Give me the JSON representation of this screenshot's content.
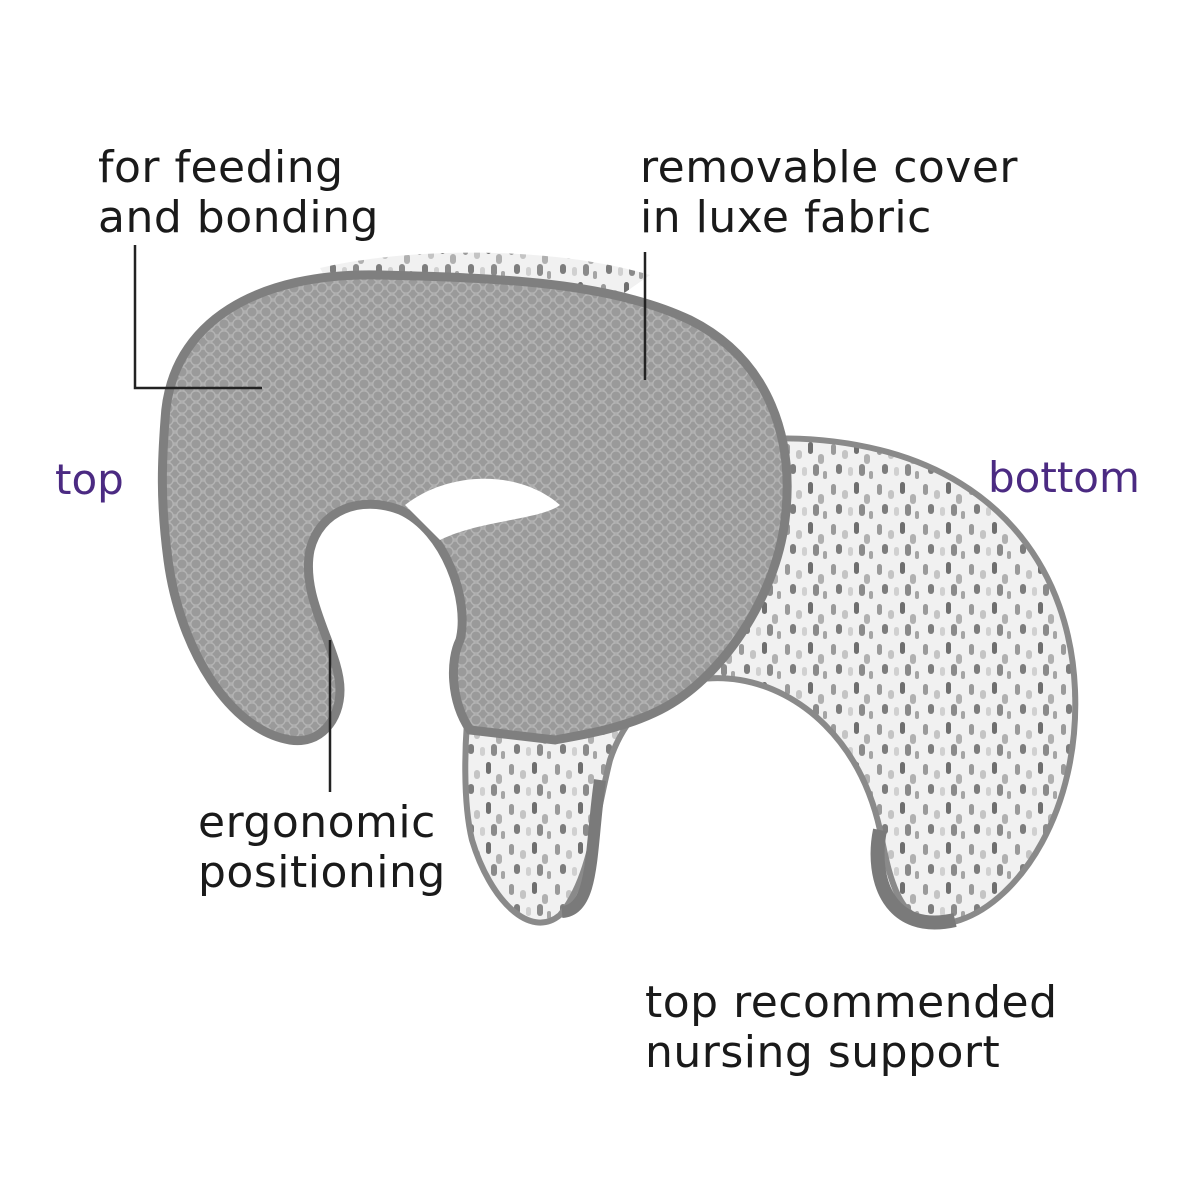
{
  "callouts": {
    "feeding": {
      "line1": "for feeding",
      "line2": "and bonding"
    },
    "cover": {
      "line1": "removable cover",
      "line2": "in luxe fabric"
    },
    "ergonomic": {
      "line1": "ergonomic",
      "line2": "positioning"
    },
    "recommended": {
      "line1": "top recommended",
      "line2": "nursing support"
    }
  },
  "side_labels": {
    "top": "top",
    "bottom": "bottom"
  },
  "colors": {
    "label_purple": "#4b2a82",
    "text": "#1a1a1a",
    "mesh_gray": "#8e8e8e",
    "piping_gray": "#7a7a7a",
    "print_base": "#efefef",
    "leader_line": "#222222"
  }
}
